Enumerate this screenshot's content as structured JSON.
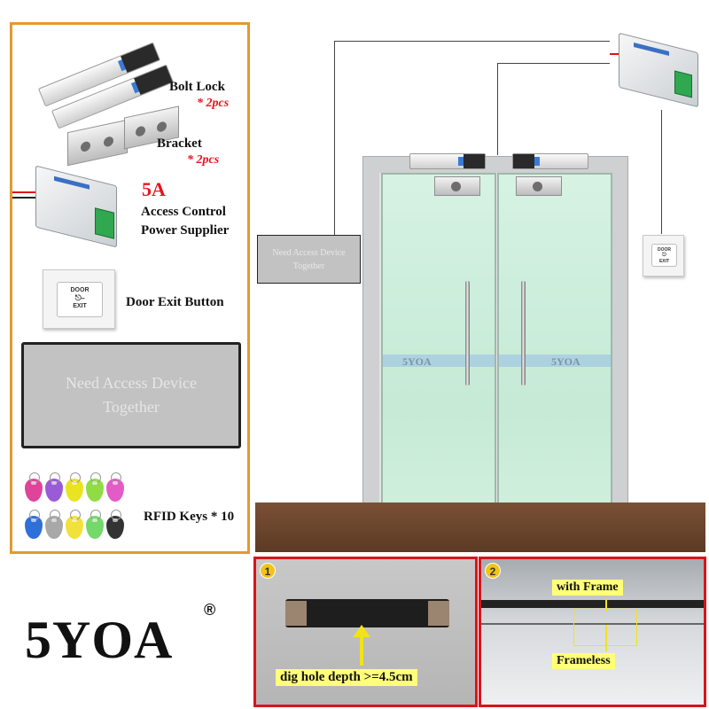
{
  "kit": {
    "bolt_lock": {
      "label": "Bolt Lock",
      "qty": "* 2pcs"
    },
    "bracket": {
      "label": "Bracket",
      "qty": "* 2pcs"
    },
    "power_supply": {
      "amp": "5A",
      "line1": "Access Control",
      "line2": "Power Supplier"
    },
    "exit_button": {
      "label": "Door Exit Button",
      "plate_line1": "DOOR",
      "plate_line2": "EXIT"
    },
    "need_access": {
      "line1": "Need Access Device",
      "line2": "Together"
    },
    "rfid": {
      "label": "RFID Keys * 10"
    }
  },
  "rfid_key_colors": [
    "#e0449a",
    "#9a5bd6",
    "#e9e321",
    "#8fdc45",
    "#e35bc6",
    "#2f6fd8",
    "#a8a8a8",
    "#f0e23a",
    "#74d86a",
    "#333333"
  ],
  "brand": {
    "name": "5YOA",
    "registered": "®"
  },
  "door": {
    "watermark_left": "5YOA",
    "watermark_right": "5YOA"
  },
  "wall_box": {
    "line1": "Need Access Device",
    "line2": "Together"
  },
  "wall_button": {
    "plate_line1": "DOOR",
    "plate_line2": "EXIT"
  },
  "photos": {
    "photo1": {
      "badge": "1",
      "caption": "dig hole depth >=4.5cm"
    },
    "photo2": {
      "badge": "2",
      "with_frame": "with Frame",
      "frameless": "Frameless"
    }
  },
  "colors": {
    "panel_border": "#e49a2e",
    "photo_border": "#d8141c",
    "accent_red": "#e8141c"
  }
}
